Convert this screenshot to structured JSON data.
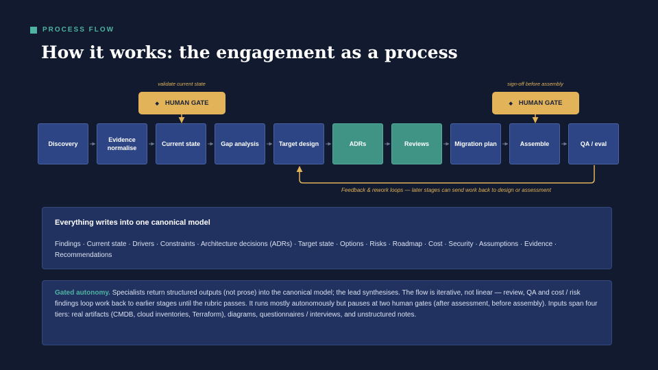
{
  "eyebrow": "PROCESS FLOW",
  "title": "How it works: the engagement as a process",
  "stages": [
    {
      "label": "Discovery",
      "color": "#2d4585"
    },
    {
      "label": "Evidence normalise",
      "color": "#2d4585"
    },
    {
      "label": "Current state",
      "color": "#2d4585"
    },
    {
      "label": "Gap analysis",
      "color": "#2d4585"
    },
    {
      "label": "Target design",
      "color": "#2d4585"
    },
    {
      "label": "ADRs",
      "color": "#3f9486"
    },
    {
      "label": "Reviews",
      "color": "#3f9486"
    },
    {
      "label": "Migration plan",
      "color": "#2d4585"
    },
    {
      "label": "Assemble",
      "color": "#2d4585"
    },
    {
      "label": "QA / eval",
      "color": "#2d4585"
    }
  ],
  "gates": [
    {
      "label": "HUMAN GATE",
      "caption": "validate current state",
      "icon": "diamond-icon"
    },
    {
      "label": "HUMAN GATE",
      "caption": "sign-off before assembly",
      "icon": "diamond-icon"
    }
  ],
  "loop_label": "Feedback & rework loops — later stages can send work back to design or assessment",
  "model_panel": {
    "heading": "Everything writes into one canonical model",
    "body": "Findings · Current state · Drivers · Constraints · Architecture decisions (ADRs) · Target state · Options · Risks · Roadmap · Cost · Security · Assumptions · Evidence · Recommendations"
  },
  "autonomy_panel": {
    "lead": "Gated autonomy.",
    "body": " Specialists return structured outputs (not prose) into the canonical model; the lead synthesises. The flow is iterative, not linear — review, QA and cost / risk findings loop work back to earlier stages until the rubric passes. It runs mostly autonomously but pauses at two human gates (after assessment, before assembly). Inputs span four tiers: real artifacts (CMDB, cloud inventories, Terraform), diagrams, questionnaires / interviews, and unstructured notes."
  },
  "colors": {
    "background": "#111a2e",
    "stage": "#2d4585",
    "stage_highlight": "#3f9486",
    "gate": "#e3b35a",
    "accent": "#4fb3a3",
    "panel": "#213260"
  }
}
